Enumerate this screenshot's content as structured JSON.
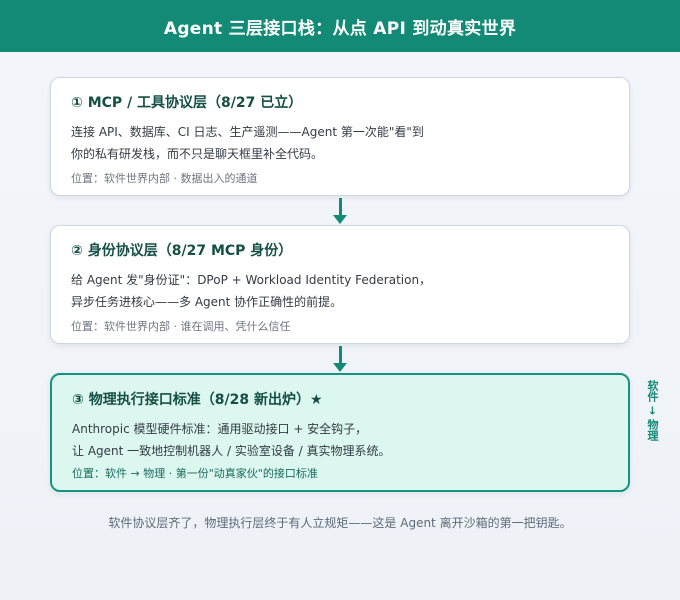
{
  "header": {
    "title": "Agent 三层接口栈：从点 API 到动真实世界"
  },
  "layers": [
    {
      "title": "① MCP / 工具协议层（8/27 已立）",
      "desc_lines": [
        "连接 API、数据库、CI 日志、生产遥测——Agent 第一次能\"看\"到",
        "你的私有研发栈，而不只是聊天框里补全代码。"
      ],
      "position": "位置：软件世界内部 · 数据出入的通道"
    },
    {
      "title": "② 身份协议层（8/27 MCP 身份）",
      "desc_lines": [
        "给 Agent 发\"身份证\"：DPoP + Workload Identity Federation，",
        "异步任务进核心——多 Agent 协作正确性的前提。"
      ],
      "position": "位置：软件世界内部 · 谁在调用、凭什么信任"
    },
    {
      "title": "③ 物理执行接口标准（8/28 新出炉）★",
      "desc_lines": [
        "Anthropic 模型硬件标准：通用驱动接口 + 安全钩子，",
        "让 Agent 一致地控制机器人 / 实验室设备 / 真实物理系统。"
      ],
      "position": "位置：软件 → 物理 · 第一份\"动真家伙\"的接口标准"
    }
  ],
  "side_label": "软件 → 物理",
  "footer": "软件协议层齐了，物理执行层终于有人立规矩——这是 Agent 离开沙箱的第一把钥匙。",
  "colors": {
    "header_bg": "#138a76",
    "accent": "#138a76",
    "highlight_bg": "#dcf7ef"
  }
}
